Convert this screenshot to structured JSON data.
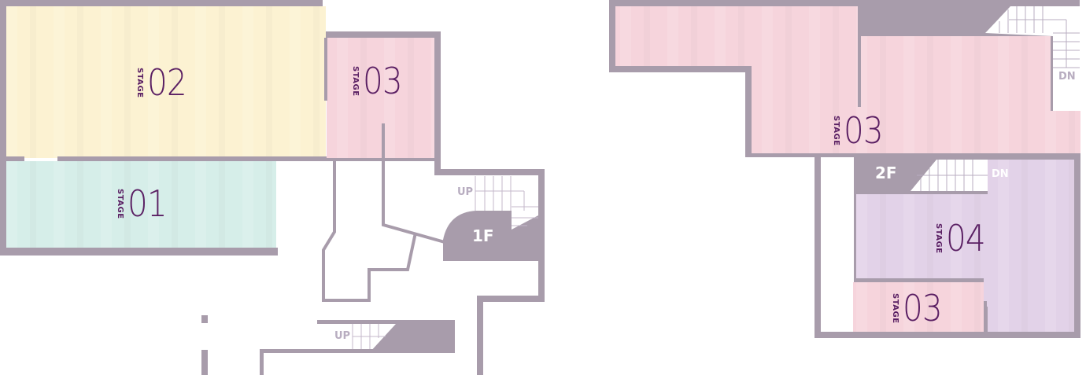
{
  "colors": {
    "wall": "#a89cab",
    "wall_dark": "#9b8fa0",
    "stage01": "#d6eee9",
    "stage02": "#fcf2d2",
    "stage03": "#f6d4dc",
    "stage04": "#e2d2e8",
    "label": "#5a1f63",
    "stair_line": "#b8adc0"
  },
  "floor1": {
    "floor_label": "1F",
    "stages": [
      {
        "prefix": "STAGE",
        "number": "02"
      },
      {
        "prefix": "STAGE",
        "number": "03"
      },
      {
        "prefix": "STAGE",
        "number": "01"
      }
    ],
    "stairs": [
      {
        "label": "UP"
      },
      {
        "label": "UP"
      }
    ]
  },
  "floor2": {
    "floor_label": "2F",
    "stages": [
      {
        "prefix": "STAGE",
        "number": "03"
      },
      {
        "prefix": "STAGE",
        "number": "04"
      },
      {
        "prefix": "STAGE",
        "number": "03"
      }
    ],
    "stairs": [
      {
        "label": "DN"
      },
      {
        "label": "DN"
      }
    ]
  }
}
